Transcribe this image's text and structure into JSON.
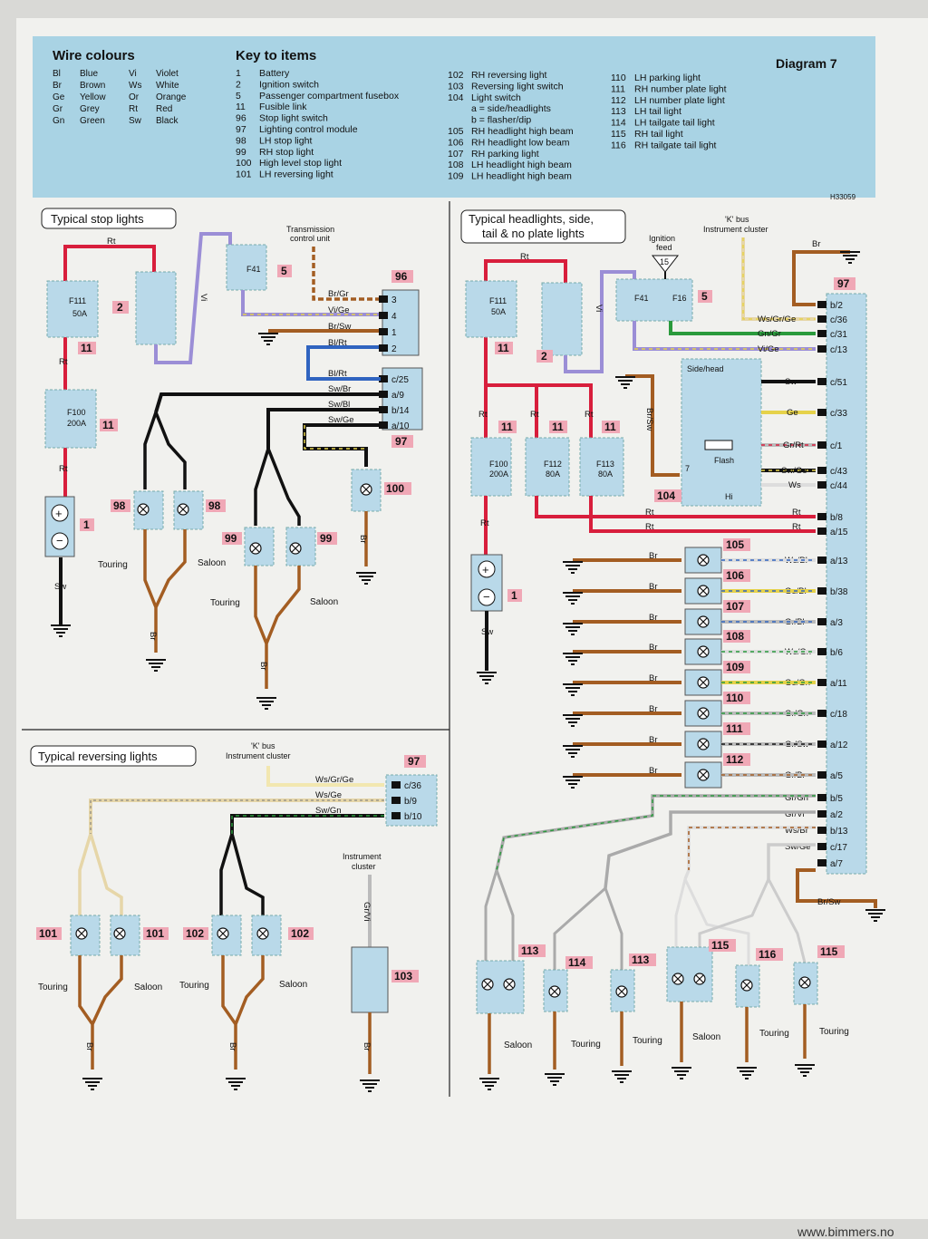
{
  "header": {
    "wire_colours_title": "Wire colours",
    "wire_colours": [
      [
        "Bl",
        "Blue"
      ],
      [
        "Br",
        "Brown"
      ],
      [
        "Ge",
        "Yellow"
      ],
      [
        "Gr",
        "Grey"
      ],
      [
        "Gn",
        "Green"
      ],
      [
        "Vi",
        "Violet"
      ],
      [
        "Ws",
        "White"
      ],
      [
        "Or",
        "Orange"
      ],
      [
        "Rt",
        "Red"
      ],
      [
        "Sw",
        "Black"
      ]
    ],
    "key_title": "Key to items",
    "key_col1": [
      [
        "1",
        "Battery"
      ],
      [
        "2",
        "Ignition switch"
      ],
      [
        "5",
        "Passenger compartment fusebox"
      ],
      [
        "11",
        "Fusible link"
      ],
      [
        "96",
        "Stop light switch"
      ],
      [
        "97",
        "Lighting control module"
      ],
      [
        "98",
        "LH stop light"
      ],
      [
        "99",
        "RH stop light"
      ],
      [
        "100",
        "High level stop light"
      ],
      [
        "101",
        "LH reversing light"
      ]
    ],
    "key_col2": [
      [
        "102",
        "RH reversing light"
      ],
      [
        "103",
        "Reversing light switch"
      ],
      [
        "104",
        "Light switch"
      ],
      [
        "",
        "a = side/headlights"
      ],
      [
        "",
        "b = flasher/dip"
      ],
      [
        "105",
        "RH headlight high beam"
      ],
      [
        "106",
        "RH headlight low beam"
      ],
      [
        "107",
        "RH parking light"
      ],
      [
        "108",
        "LH headlight high beam"
      ],
      [
        "109",
        "LH headlight high beam"
      ]
    ],
    "key_col3": [
      [
        "110",
        "LH parking light"
      ],
      [
        "111",
        "RH number plate light"
      ],
      [
        "112",
        "LH number plate light"
      ],
      [
        "113",
        "LH tail light"
      ],
      [
        "114",
        "LH tailgate tail light"
      ],
      [
        "115",
        "RH tail light"
      ],
      [
        "116",
        "RH tailgate tail light"
      ]
    ],
    "diagram_label": "Diagram 7",
    "ref_code": "H33059"
  },
  "sections": {
    "stop": "Typical stop lights",
    "head_1": "Typical headlights, side,",
    "head_2": "tail & no plate lights",
    "reversing": "Typical reversing lights"
  },
  "labels": {
    "transmission_1": "Transmission",
    "transmission_2": "control unit",
    "kbus": "'K' bus",
    "instrument_cluster": "Instrument cluster",
    "ignition_1": "Ignition",
    "ignition_2": "feed",
    "ignition_num": "15",
    "side_head": "Side/head",
    "flash": "Flash",
    "hi": "Hi",
    "touring": "Touring",
    "saloon": "Saloon",
    "instrument": "Instrument",
    "cluster": "cluster"
  },
  "stop_lights": {
    "fuse_f111": "F111",
    "fuse_f111_rating": "50A",
    "fuse_f100": "F100",
    "fuse_f100_rating": "200A",
    "fuse_f41": "F41",
    "c96_pins": [
      {
        "wire": "Br/Gr",
        "pin": "3"
      },
      {
        "wire": "Vi/Ge",
        "pin": "4"
      },
      {
        "wire": "Br/Sw",
        "pin": "1"
      },
      {
        "wire": "Bl/Rt",
        "pin": "2"
      }
    ],
    "c97_pins": [
      {
        "wire": "Bl/Rt",
        "pin": "c/25"
      },
      {
        "wire": "Sw/Br",
        "pin": "a/9"
      },
      {
        "wire": "Sw/Bl",
        "pin": "b/14"
      },
      {
        "wire": "Sw/Ge",
        "pin": "a/10"
      }
    ]
  },
  "headlights": {
    "fuse_f111": "F111",
    "fuse_f111_rating": "50A",
    "fuse_f100": "F100",
    "fuse_f100_rating": "200A",
    "fuse_f112": "F112",
    "fuse_f112_rating": "80A",
    "fuse_f113": "F113",
    "fuse_f113_rating": "80A",
    "fuse_f41": "F41",
    "fuse_f16": "F16",
    "c97_pins": [
      {
        "wire": "",
        "pin": "b/2"
      },
      {
        "wire": "Ws/Gr/Ge",
        "pin": "c/36"
      },
      {
        "wire": "Gn/Gr",
        "pin": "c/31"
      },
      {
        "wire": "Vi/Ge",
        "pin": "c/13"
      },
      {
        "wire": "Sw",
        "pin": "c/51"
      },
      {
        "wire": "Ge",
        "pin": "c/33"
      },
      {
        "wire": "Gr/Rt",
        "pin": "c/1"
      },
      {
        "wire": "Sw/Ge",
        "pin": "c/43"
      },
      {
        "wire": "Ws",
        "pin": "c/44"
      },
      {
        "wire": "Rt",
        "pin": "b/8"
      },
      {
        "wire": "Rt",
        "pin": "a/15"
      },
      {
        "wire": "Ws/Bl",
        "pin": "a/13"
      },
      {
        "wire": "Ge/Bl",
        "pin": "b/38"
      },
      {
        "wire": "Gr/Bl",
        "pin": "a/3"
      },
      {
        "wire": "Ws/Gn",
        "pin": "b/6"
      },
      {
        "wire": "Ge/Gn",
        "pin": "a/11"
      },
      {
        "wire": "Gr/Gn",
        "pin": "c/18"
      },
      {
        "wire": "Gr/Sw",
        "pin": "a/12"
      },
      {
        "wire": "Gr/Br",
        "pin": "a/5"
      },
      {
        "wire": "Gr/Gn",
        "pin": "b/5"
      },
      {
        "wire": "Gr/Vi",
        "pin": "a/2"
      },
      {
        "wire": "Ws/Br",
        "pin": "b/13"
      },
      {
        "wire": "Sw/Ge",
        "pin": "c/17"
      },
      {
        "wire": "",
        "pin": "a/7"
      }
    ],
    "ground_wire": "Br/Sw"
  },
  "reversing": {
    "c97_pins": [
      {
        "wire": "Ws/Gr/Ge",
        "pin": "c/36"
      },
      {
        "wire": "Ws/Ge",
        "pin": "b/9"
      },
      {
        "wire": "Sw/Gn",
        "pin": "b/10"
      }
    ],
    "switch_wire": "Gr/Vi"
  },
  "footer": {
    "watermark": "www.bimmers.no"
  }
}
